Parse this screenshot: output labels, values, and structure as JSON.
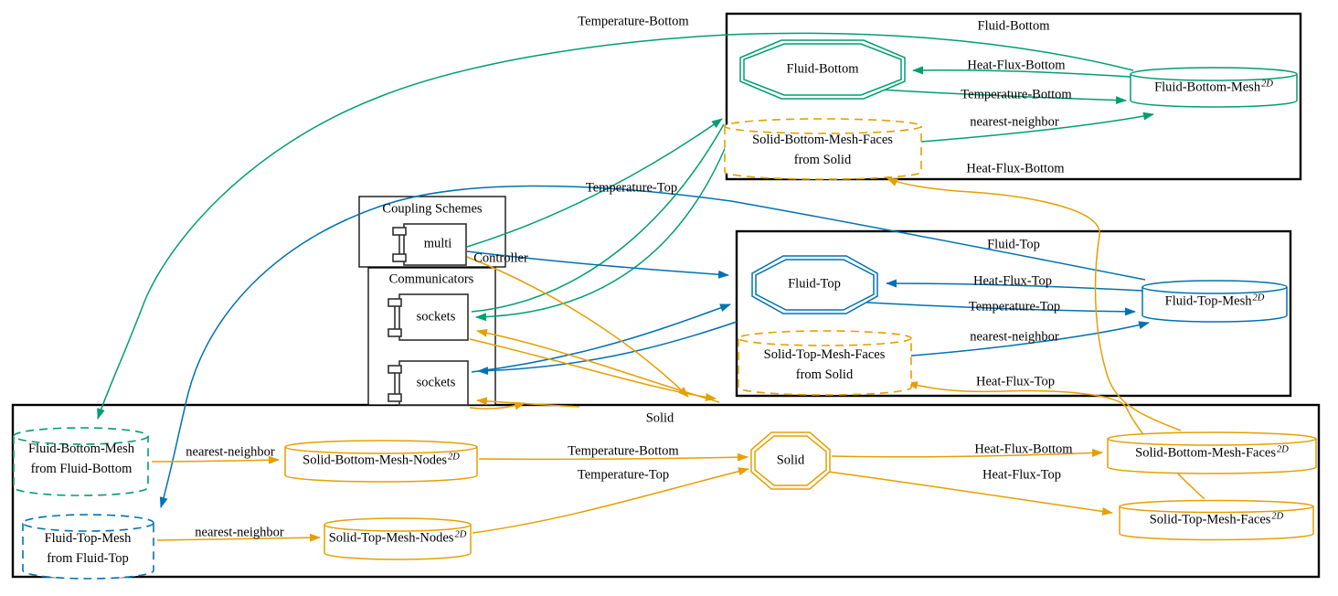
{
  "colors": {
    "green": "#009E73",
    "blue": "#0072B2",
    "orange": "#E69F00",
    "black": "#000000",
    "background": "#FFFFFF"
  },
  "clusters": {
    "fluid_bottom": {
      "title": "Fluid-Bottom"
    },
    "fluid_top": {
      "title": "Fluid-Top"
    },
    "solid": {
      "title": "Solid"
    },
    "coupling_schemes": {
      "title": "Coupling Schemes"
    },
    "communicators": {
      "title": "Communicators"
    }
  },
  "nodes": {
    "multi": {
      "label": "multi"
    },
    "sockets_top": {
      "label": "sockets"
    },
    "sockets_bottom": {
      "label": "sockets"
    },
    "fluid_bottom_participant": {
      "label": "Fluid-Bottom"
    },
    "fluid_top_participant": {
      "label": "Fluid-Top"
    },
    "solid_participant": {
      "label": "Solid"
    },
    "fluid_bottom_mesh": {
      "label": "Fluid-Bottom-Mesh",
      "sup": "2D"
    },
    "fluid_top_mesh": {
      "label": "Fluid-Top-Mesh",
      "sup": "2D"
    },
    "solid_bottom_mesh_faces_from_solid": {
      "line1": "Solid-Bottom-Mesh-Faces",
      "line2": "from Solid"
    },
    "solid_top_mesh_faces_from_solid": {
      "line1": "Solid-Top-Mesh-Faces",
      "line2": "from Solid"
    },
    "fluid_bottom_mesh_from_fluid_bottom": {
      "line1": "Fluid-Bottom-Mesh",
      "line2": "from Fluid-Bottom"
    },
    "fluid_top_mesh_from_fluid_top": {
      "line1": "Fluid-Top-Mesh",
      "line2": "from Fluid-Top"
    },
    "solid_bottom_mesh_nodes": {
      "label": "Solid-Bottom-Mesh-Nodes",
      "sup": "2D"
    },
    "solid_top_mesh_nodes": {
      "label": "Solid-Top-Mesh-Nodes",
      "sup": "2D"
    },
    "solid_bottom_mesh_faces": {
      "label": "Solid-Bottom-Mesh-Faces",
      "sup": "2D"
    },
    "solid_top_mesh_faces": {
      "label": "Solid-Top-Mesh-Faces",
      "sup": "2D"
    }
  },
  "edge_labels": {
    "temperature_bottom_sweep": "Temperature-Bottom",
    "temperature_top_sweep": "Temperature-Top",
    "controller": "Controller",
    "fb_heat_flux": "Heat-Flux-Bottom",
    "fb_temperature": "Temperature-Bottom",
    "fb_nearest_neighbor": "nearest-neighbor",
    "fb_heat_flux_comm": "Heat-Flux-Bottom",
    "ft_heat_flux": "Heat-Flux-Top",
    "ft_temperature": "Temperature-Top",
    "ft_nearest_neighbor": "nearest-neighbor",
    "ft_heat_flux_comm": "Heat-Flux-Top",
    "s_temperature_bottom": "Temperature-Bottom",
    "s_temperature_top": "Temperature-Top",
    "s_heat_flux_bottom": "Heat-Flux-Bottom",
    "s_heat_flux_top": "Heat-Flux-Top",
    "s_nearest_neighbor_bottom": "nearest-neighbor",
    "s_nearest_neighbor_top": "nearest-neighbor"
  }
}
